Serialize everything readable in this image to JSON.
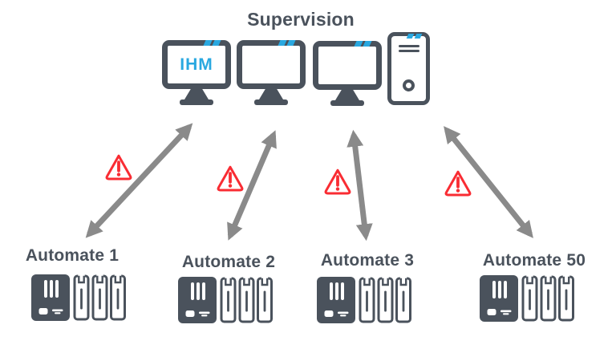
{
  "title": "Supervision",
  "supervision": {
    "monitor1_label": "IHM",
    "devices": [
      "monitor-ihm",
      "monitor",
      "monitor",
      "desktop-tower"
    ]
  },
  "automates": [
    {
      "label": "Automate 1"
    },
    {
      "label": "Automate 2"
    },
    {
      "label": "Automate 3"
    },
    {
      "label": "Automate 50"
    }
  ],
  "links": [
    {
      "from": "Supervision",
      "to": "Automate 1",
      "icon": "alert-triangle-icon"
    },
    {
      "from": "Supervision",
      "to": "Automate 2",
      "icon": "alert-triangle-icon"
    },
    {
      "from": "Supervision",
      "to": "Automate 3",
      "icon": "alert-triangle-icon"
    },
    {
      "from": "Supervision",
      "to": "Automate 50",
      "icon": "alert-triangle-icon"
    }
  ],
  "colors": {
    "dark": "#4A525C",
    "blue": "#29A8E0",
    "red": "#F92C33",
    "arrow": "#8A8A8A",
    "bg": "#FFFFFF"
  }
}
